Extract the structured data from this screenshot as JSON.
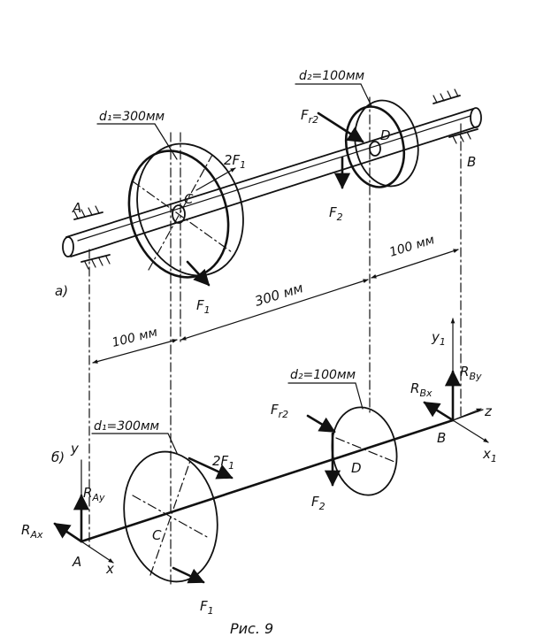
{
  "top": {
    "part_label": "а)",
    "point_a": "A",
    "point_b": "B",
    "point_c": "C",
    "point_d": "D",
    "d1": "d₁=300мм",
    "d2": "d₂=100мм",
    "f_r2": "F",
    "f_r2_sub": "r2",
    "two_f1": "2F",
    "two_f1_sub": "1",
    "f2": "F",
    "f2_sub": "2",
    "f1": "F",
    "f1_sub": "1"
  },
  "dimensions": {
    "left": "100 мм",
    "middle": "300 мм",
    "right": "100 мм"
  },
  "bottom": {
    "part_label": "б)",
    "point_a": "A",
    "point_b": "B",
    "point_c": "C",
    "point_d": "D",
    "d1": "d₁=300мм",
    "d2": "d₂=100мм",
    "axis_y": "y",
    "axis_x": "x",
    "axis_y1": "y",
    "axis_y1_sub": "1",
    "axis_x1": "x",
    "axis_x1_sub": "1",
    "axis_z": "z",
    "r_ax": "R",
    "r_ax_sub": "Ax",
    "r_ay": "R",
    "r_ay_sub": "Ay",
    "r_bx": "R",
    "r_bx_sub": "Bx",
    "r_by": "R",
    "r_by_sub": "By",
    "f_r2": "F",
    "f_r2_sub": "r2",
    "two_f1": "2F",
    "two_f1_sub": "1",
    "f2": "F",
    "f2_sub": "2",
    "f1": "F",
    "f1_sub": "1"
  },
  "caption": "Рис. 9"
}
